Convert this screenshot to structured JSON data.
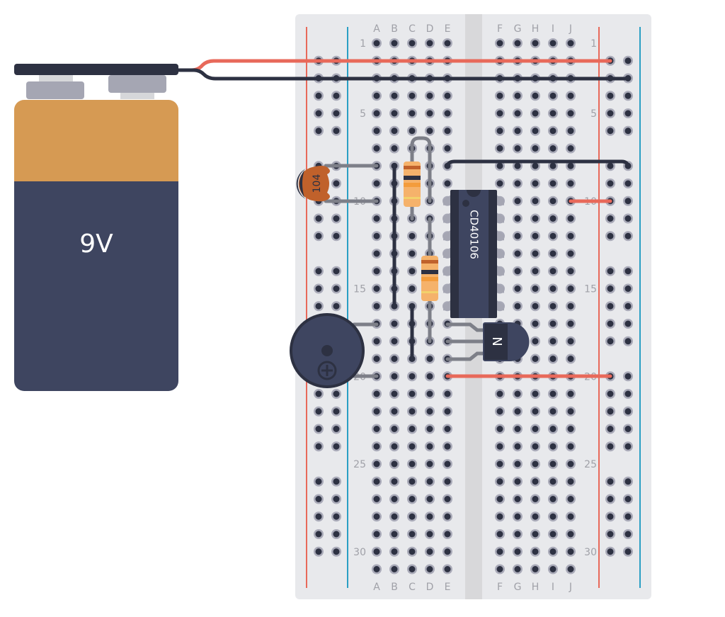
{
  "battery": {
    "label": "9V",
    "colors": {
      "top": "#d69a53",
      "body": "#3e4560",
      "cap": "#2d3142",
      "terminal": "#a5a6b3"
    }
  },
  "breadboard": {
    "columns_left": [
      "A",
      "B",
      "C",
      "D",
      "E"
    ],
    "columns_right": [
      "F",
      "G",
      "H",
      "I",
      "J"
    ],
    "row_labels": [
      "1",
      "5",
      "10",
      "15",
      "20",
      "25",
      "30"
    ],
    "rows": 31,
    "colors": {
      "board": "#e8e9ec",
      "channel": "#d8d8da",
      "rail_positive": "#e8695a",
      "rail_negative": "#2a9fc4",
      "hole": "#2d3142",
      "hole_ring": "#a9aab8",
      "label": "#a0a1a8"
    }
  },
  "components": {
    "ic": {
      "label": "CD40106",
      "pins_per_side": 7
    },
    "capacitor": {
      "label": "104",
      "color": "#c0612b"
    },
    "transistor": {
      "label": "N"
    },
    "resistor_bands": [
      "#c0612b",
      "#2d3142",
      "#f39c3c",
      "#f2d16b"
    ],
    "wire_colors": {
      "red": "#e8695a",
      "black": "#2d3142",
      "lead": "#7d7f88"
    }
  }
}
